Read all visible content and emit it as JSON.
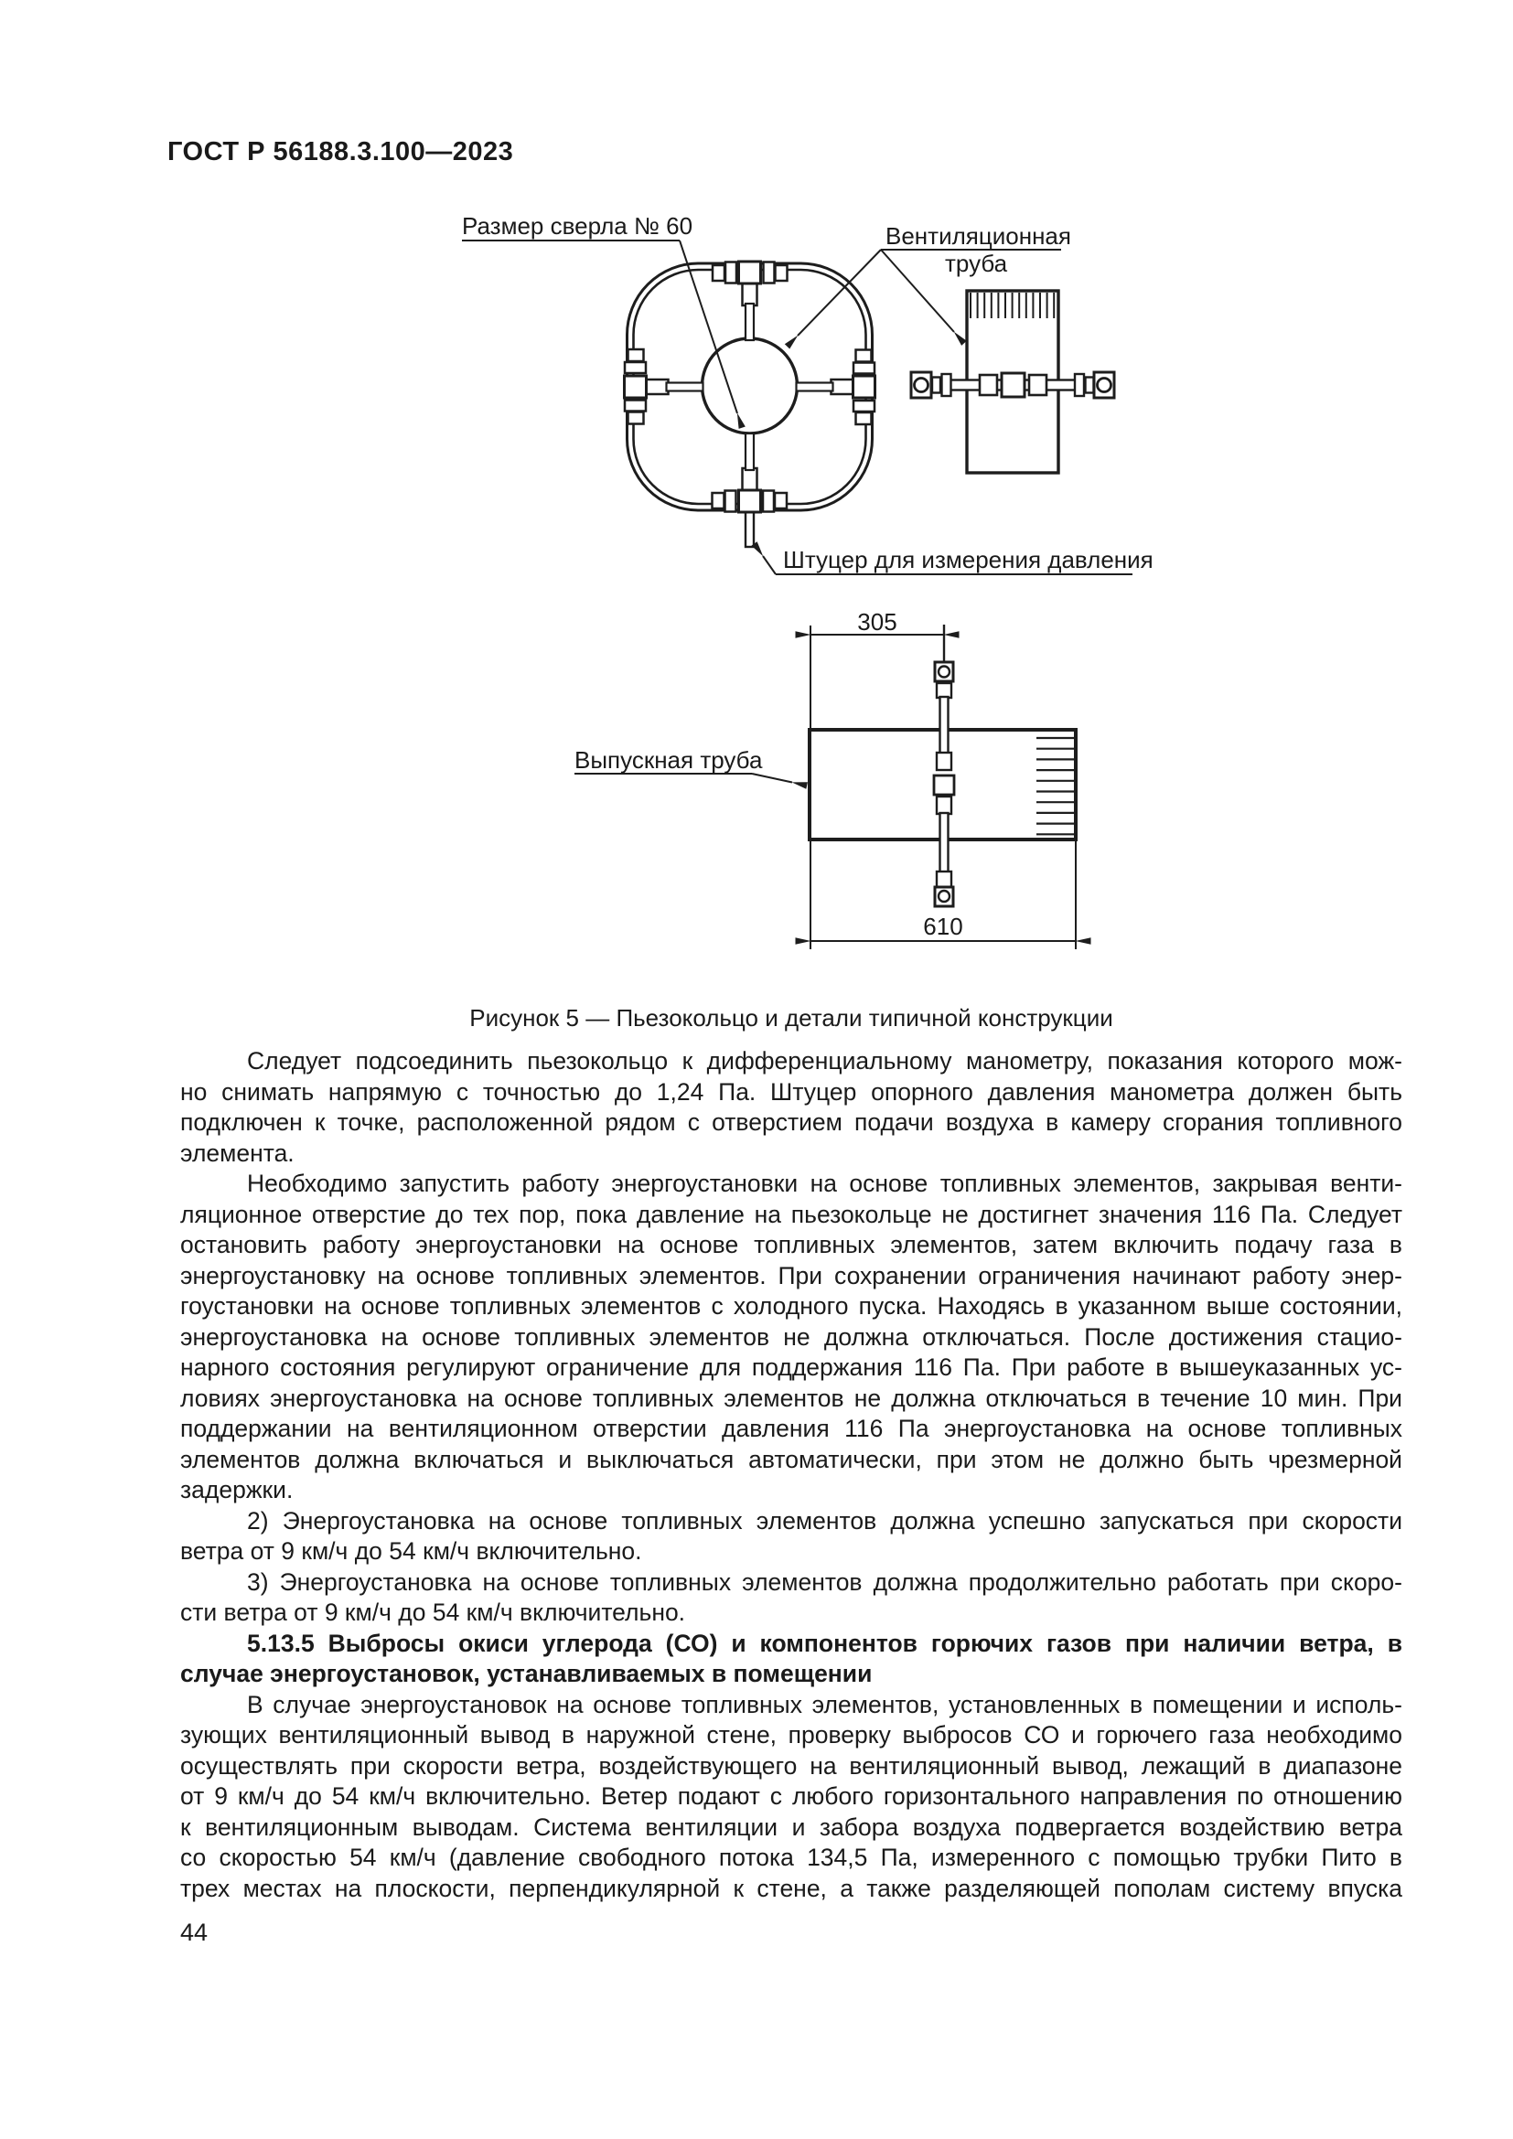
{
  "page": {
    "header": "ГОСТ Р 56188.3.100—2023",
    "number": "44"
  },
  "figure": {
    "caption": "Рисунок 5 — Пьезокольцо и детали типичной конструкции",
    "labels": {
      "drill": "Размер сверла № 60",
      "vent_line1": "Вентиляционная",
      "vent_line2": "труба",
      "tap": "Штуцер для измерения давления",
      "exhaust": "Выпускная труба",
      "dim_305": "305",
      "dim_610": "610"
    }
  },
  "body": {
    "paragraphs": [
      {
        "bold": false,
        "flush_last": false,
        "lines": [
          "Следует подсоединить пьезокольцо к дифференциальному манометру, показания которого мож-",
          "но снимать напрямую с точностью до 1,24 Па. Штуцер опорного давления манометра должен быть",
          "подключен к точке, расположенной рядом с отверстием подачи воздуха в камеру сгорания топливного",
          "элемента."
        ]
      },
      {
        "bold": false,
        "flush_last": false,
        "lines": [
          "Необходимо запустить работу энергоустановки на основе топливных элементов, закрывая венти-",
          "ляционное отверстие до тех пор, пока давление на пьезокольце не достигнет значения 116 Па. Следует",
          "остановить работу энергоустановки на основе топливных элементов, затем включить подачу газа в",
          "энергоустановку на основе топливных элементов. При сохранении ограничения начинают работу энер-",
          "гоустановки на основе топливных элементов с холодного пуска. Находясь в указанном выше состоянии,",
          "энергоустановка на основе топливных элементов не должна отключаться. После достижения стацио-",
          "нарного состояния регулируют ограничение для поддержания 116 Па. При работе в вышеуказанных ус-",
          "ловиях энергоустановка на основе топливных элементов не должна отключаться в течение 10 мин. При",
          "поддержании на вентиляционном отверстии давления 116 Па энергоустановка на основе топливных",
          "элементов должна включаться и выключаться автоматически, при этом не должно быть чрезмерной",
          "задержки."
        ]
      },
      {
        "bold": false,
        "flush_last": false,
        "lines": [
          "2) Энергоустановка на основе топливных элементов должна успешно запускаться при скорости",
          "ветра от 9 км/ч до 54 км/ч включительно."
        ]
      },
      {
        "bold": false,
        "flush_last": false,
        "lines": [
          "3) Энергоустановка на основе топливных элементов должна продолжительно работать при скоро-",
          "сти ветра от 9 км/ч до 54 км/ч включительно."
        ]
      },
      {
        "bold": true,
        "flush_last": false,
        "lines": [
          "5.13.5 Выбросы окиси углерода (СО) и компонентов горючих газов при наличии ветра, в",
          "случае энергоустановок, устанавливаемых в помещении"
        ]
      },
      {
        "bold": false,
        "flush_last": true,
        "lines": [
          "В случае энергоустановок на основе топливных элементов, установленных в помещении и исполь-",
          "зующих вентиляционный вывод в наружной стене, проверку выбросов СО и горючего газа необходимо",
          "осуществлять при скорости ветра, воздействующего на вентиляционный вывод, лежащий в диапазоне",
          "от 9 км/ч до 54 км/ч включительно. Ветер подают с любого горизонтального направления по отношению",
          "к вентиляционным выводам. Система вентиляции и забора воздуха подвергается воздействию ветра",
          "со скоростью 54 км/ч (давление свободного потока 134,5 Па, измеренного с помощью трубки Пито в",
          "трех местах на плоскости, перпендикулярной к стене, а также разделяющей пополам систему впуска"
        ]
      }
    ]
  }
}
